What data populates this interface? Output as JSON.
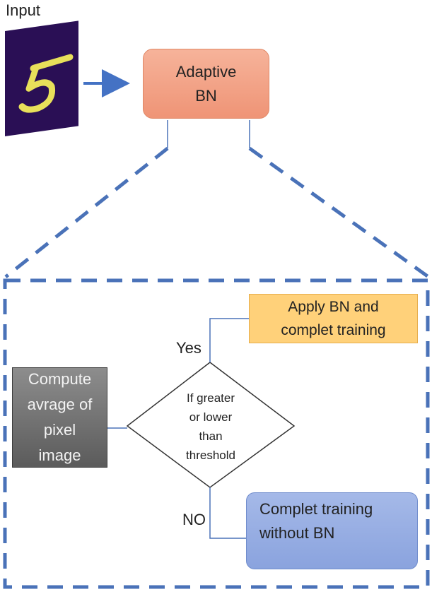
{
  "input_label": "Input",
  "adaptive_bn": "Adaptive\nBN",
  "compute_avg": "Compute\navrage of\npixel\nimage",
  "decision": "If greater\nor lower\nthan\nthreshold",
  "yes_label": "Yes",
  "no_label": "NO",
  "apply_bn": "Apply BN and\ncomplet training",
  "complete_no_bn": "Complet training\nwithout BN",
  "colors": {
    "dashed_blue": "#4a72b8",
    "arrow_blue": "#4472c4",
    "adaptive_fill": "#f4a484",
    "apply_fill": "#ffd17a",
    "complete_fill": "#97afe2",
    "compute_fill": "#777777",
    "digit_bg": "#2a0f55",
    "digit_stroke": "#e8e05a"
  }
}
